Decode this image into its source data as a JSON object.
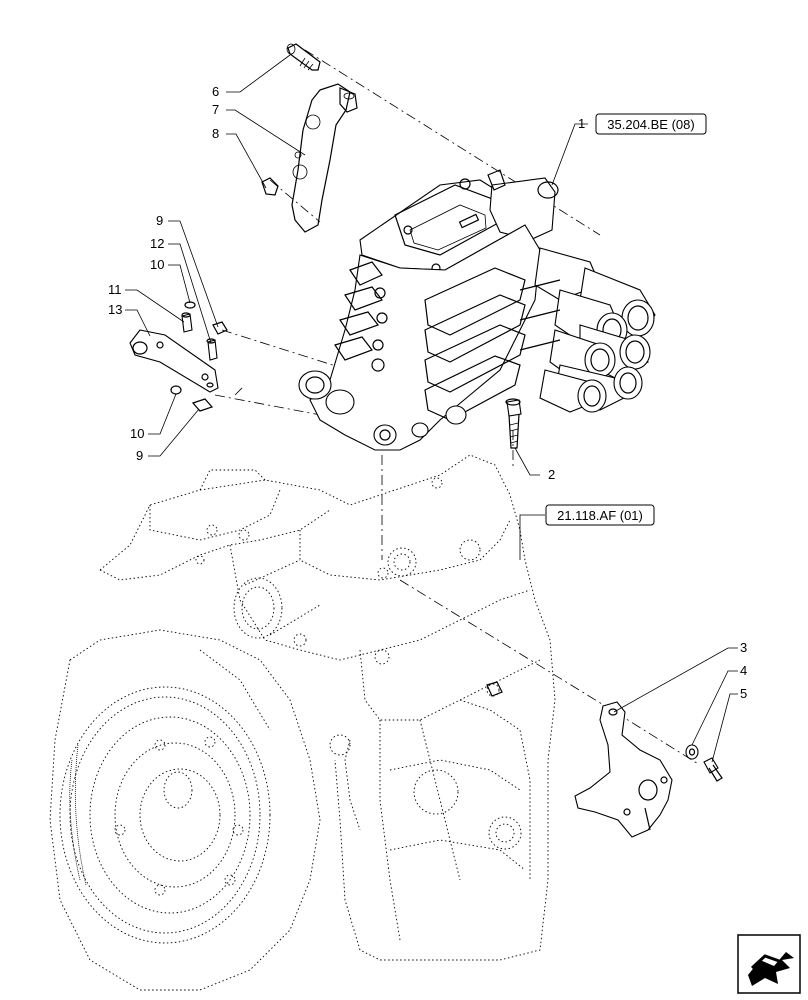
{
  "references": {
    "valve_ref": "35.204.BE (08)",
    "housing_ref": "21.118.AF (01)"
  },
  "callouts": {
    "c1": "1",
    "c2": "2",
    "c3": "3",
    "c4": "4",
    "c5": "5",
    "c6": "6",
    "c7": "7",
    "c8": "8",
    "c9a": "9",
    "c12": "12",
    "c10a": "10",
    "c11": "11",
    "c13": "13",
    "c10b": "10",
    "c9b": "9"
  },
  "icons": {
    "nav": "next-page-arrow-icon"
  }
}
